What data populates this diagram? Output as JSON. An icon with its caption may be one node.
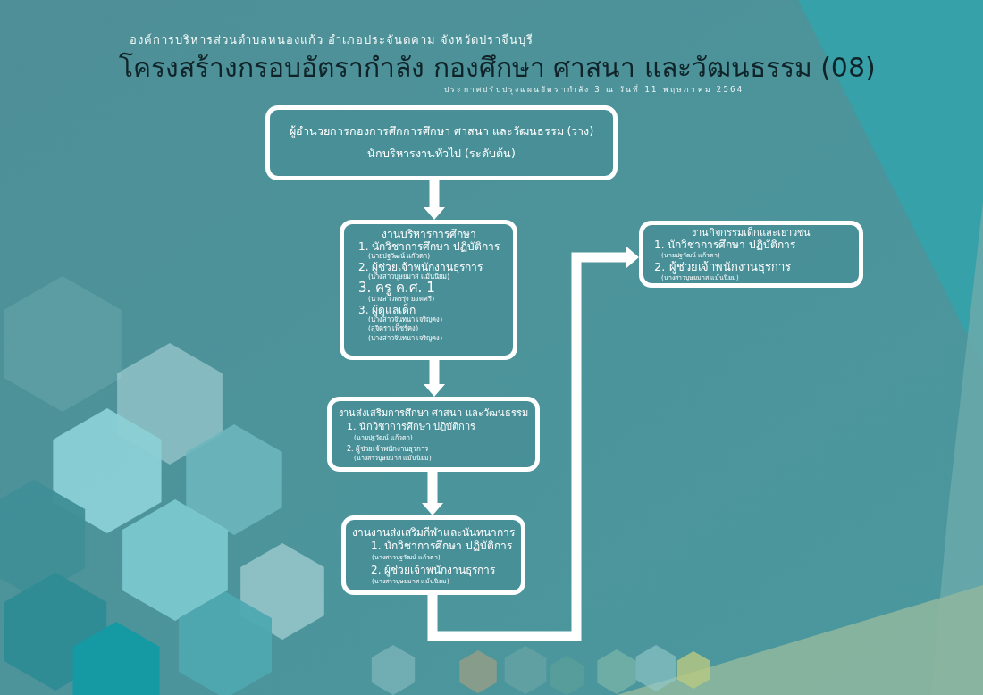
{
  "diagram": {
    "title": "โครงสร้างกรอบอัตรากำลัง กองศึกษา ศาสนา และวัฒนธรรม (08)",
    "nodes": [
      {
        "text": [
          "ผู้อำนวยการกองการศึกการศึกษา ศาสนา และวัฒนธรรม (ว่าง)",
          "นักบริหารงานทั่วไป (ระดับต้น)"
        ]
      },
      {
        "text": [
          "งานบริหารการศึกษา",
          "1. นักวิชาการศึกษา ปฏิบัติการ",
          "(นายปฐวัฒน์ แก้วตา)",
          "2. ผู้ช่วยเจ้าพนักงานธุรการ",
          "(นางสาวบุษยมาส แม้นนิยม)",
          "3. ครู ค.ศ. 1",
          "(นางสาวพรรุ่ง ยอดศรี)",
          "3. ผู้ดูแลเด็ก",
          "(นางสาวจันทนา เจริญคง)",
          "(สุจิตรา เพ็ชร์คง)",
          "(นางสาวจันทนา เจริญคง)"
        ]
      },
      {
        "text": [
          "งานส่งเสริมการศึกษา ศาสนา และวัฒนธรรม",
          "1. นักวิชาการศึกษา ปฏิบัติการ",
          "(นายปฐวัฒน์ แก้วตา)",
          "2. ผู้ช่วยเจ้าพนักงานธุรการ",
          "(นางสาวบุษยมาส แม้นนิยม)"
        ]
      },
      {
        "text": [
          "งานงานส่งเสริมกีฬาและนันทนาการ",
          "1. นักวิชาการศึกษา ปฏิบัติการ",
          "(นางสาวปฐวัฒน์ แก้วตา)",
          "2. ผู้ช่วยเจ้าพนักงานธุรการ",
          "(นางสาวบุษยมาส แม้นนิยม)"
        ]
      },
      {
        "text": [
          "งานกิจกรรมเด็กและเยาวชน",
          "1. นักวิชาการศึกษา ปฏิบัติการ",
          "(นายปฐวัฒน์ แก้วตา)",
          "2. ผู้ช่วยเจ้าพนักงานธุรการ",
          "(นางสาวบุษยมาส แม้นนิยม)"
        ]
      }
    ],
    "edges": [
      {
        "from": 0,
        "to": 1,
        "arrow": "to"
      },
      {
        "from": 1,
        "to": 2,
        "arrow": "to"
      },
      {
        "from": 2,
        "to": 3,
        "arrow": "to"
      },
      {
        "from": 3,
        "to": 4,
        "arrow": "to"
      }
    ],
    "labels": [
      "องค์การบริหารส่วนตำบลหนองแก้ว อำเภอประจันตคาม จังหวัดปราจีนบุรี",
      "ประกาศปรับปรุงแผนอัตรากำลัง 3 ณ วันที่ 11 พฤษภาคม 2564"
    ]
  }
}
